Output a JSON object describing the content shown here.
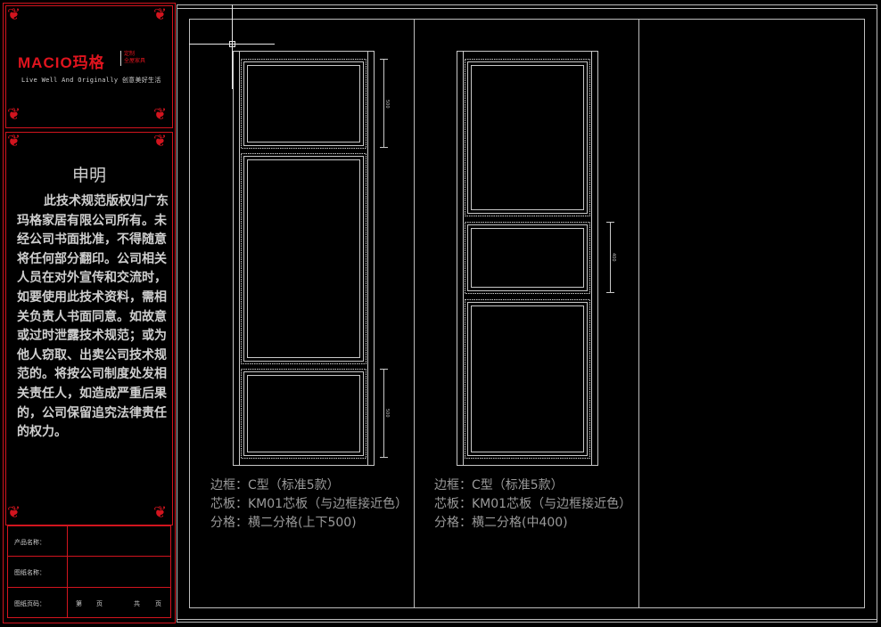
{
  "logo": {
    "brand": "MACIO玛格",
    "side_top": "定制",
    "side_bottom": "全屋家具"
  },
  "slogan": "Live Well And Originally 创意美好生活",
  "declaration": {
    "title": "申明",
    "body": "此技术规范版权归广东玛格家居有限公司所有。未经公司书面批准，不得随意将任何部分翻印。公司相关人员在对外宣传和交流时，如要使用此技术资料，需相关负责人书面同意。如故意或过时泄露技术规范；或为他人窃取、出卖公司技术规范的。将按公司制度处发相关责任人，如造成严重后果的，公司保留追究法律责任的权力。"
  },
  "title_block": {
    "product_label": "产品名称：",
    "drawing_label": "图纸名称：",
    "page_label": "图纸页码：",
    "page_di": "第",
    "page_ye1": "页",
    "page_gong": "共",
    "page_ye2": "页"
  },
  "doors": [
    {
      "frame": "边框：C型（标准5款）",
      "panel": "芯板：KM01芯板（与边框接近色）",
      "division": "分格：横二分格(上下500)",
      "dims": [
        "500",
        "500"
      ]
    },
    {
      "frame": "边框：C型（标准5款）",
      "panel": "芯板：KM01芯板（与边框接近色）",
      "division": "分格：横二分格(中400)",
      "dims": [
        "400"
      ]
    }
  ],
  "colors": {
    "accent_red": "#d2141e",
    "line": "#c8c8c8"
  }
}
